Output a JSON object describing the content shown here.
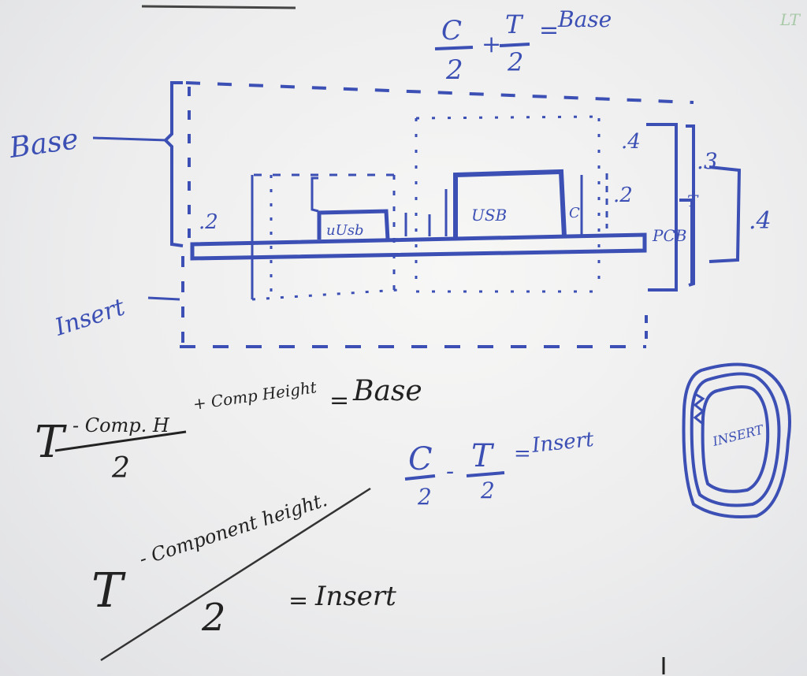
{
  "whiteboard": {
    "formula_top": {
      "c": "C",
      "plus": "+",
      "t": "T",
      "two_a": "2",
      "two_b": "2",
      "equals": "=",
      "result": "Base"
    },
    "labels": {
      "base": "Base",
      "insert": "Insert",
      "usb": "USB",
      "micro_usb": "uUsb",
      "pcb": "PCB",
      "c_marker": "C",
      "t_marker": "T"
    },
    "dimensions": {
      "left_gap": ".2",
      "right_gap": ".2",
      "top_right": ".4",
      "right_3": ".3",
      "right_4": ".4"
    },
    "formula_black_1": {
      "t": "T",
      "minus_comp": "- Comp. H",
      "plus_comp": "+ Comp Height",
      "denominator": "2",
      "equals": "=",
      "result": "Base"
    },
    "formula_blue_2": {
      "c": "C",
      "minus": "-",
      "t": "T",
      "two_a": "2",
      "two_b": "2",
      "equals": "=",
      "result": "Insert"
    },
    "formula_black_2": {
      "t": "T",
      "minus_comp": "- Component height.",
      "denominator": "2",
      "equals": "=",
      "result": "Insert"
    },
    "corner_sketch": {
      "label": "INSERT"
    },
    "edge_text": "LT"
  }
}
